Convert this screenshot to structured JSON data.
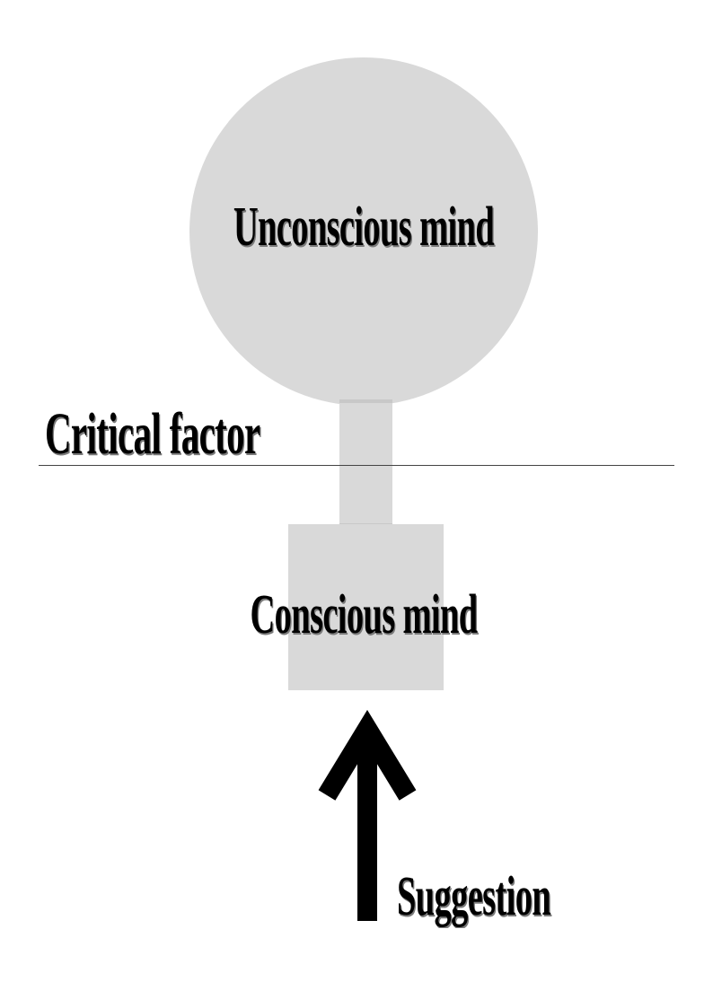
{
  "diagram": {
    "unconscious_label": "Unconscious mind",
    "critical_label": "Critical factor",
    "conscious_label": "Conscious mind",
    "suggestion_label": "Suggestion"
  },
  "colors": {
    "shape_fill": "#d9d9d9",
    "arrow": "#000000",
    "line": "#444444"
  },
  "icons": {
    "arrow": "up-arrow-icon"
  }
}
